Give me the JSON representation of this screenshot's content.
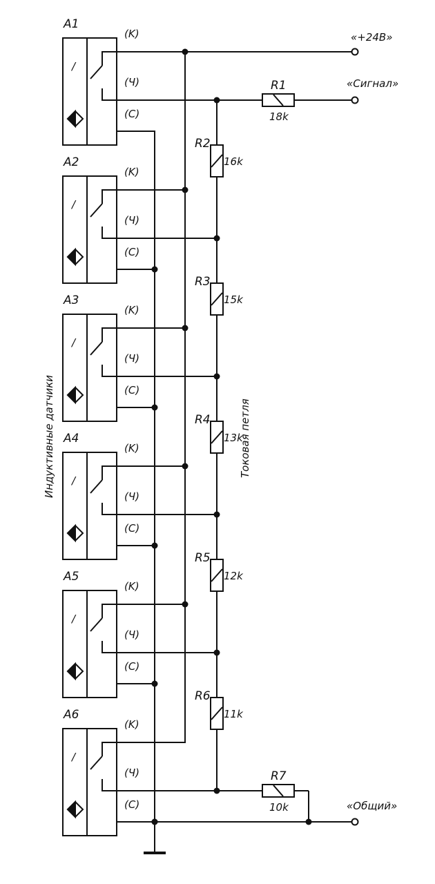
{
  "terminals": {
    "power": "«+24В»",
    "signal": "«Сигнал»",
    "common": "«Общий»"
  },
  "sensors": [
    {
      "id": "A1",
      "pins": {
        "k": "(K)",
        "ch": "(Ч)",
        "s": "(С)"
      },
      "switch_mark": "/"
    },
    {
      "id": "A2",
      "pins": {
        "k": "(K)",
        "ch": "(Ч)",
        "s": "(С)"
      },
      "switch_mark": "/"
    },
    {
      "id": "A3",
      "pins": {
        "k": "(K)",
        "ch": "(Ч)",
        "s": "(С)"
      },
      "switch_mark": "/"
    },
    {
      "id": "A4",
      "pins": {
        "k": "(K)",
        "ch": "(Ч)",
        "s": "(С)"
      },
      "switch_mark": "/"
    },
    {
      "id": "A5",
      "pins": {
        "k": "(K)",
        "ch": "(Ч)",
        "s": "(С)"
      },
      "switch_mark": "/"
    },
    {
      "id": "A6",
      "pins": {
        "k": "(K)",
        "ch": "(Ч)",
        "s": "(С)"
      },
      "switch_mark": "/"
    }
  ],
  "resistors": [
    {
      "id": "R1",
      "value": "18k"
    },
    {
      "id": "R2",
      "value": "16k"
    },
    {
      "id": "R3",
      "value": "15k"
    },
    {
      "id": "R4",
      "value": "13k"
    },
    {
      "id": "R5",
      "value": "12k"
    },
    {
      "id": "R6",
      "value": "11k"
    },
    {
      "id": "R7",
      "value": "10k"
    }
  ],
  "labels": {
    "sensors_group": "Индуктивные датчики",
    "current_loop": "Токовая петля"
  },
  "colors": {
    "line": "#111111",
    "background": "#ffffff"
  }
}
